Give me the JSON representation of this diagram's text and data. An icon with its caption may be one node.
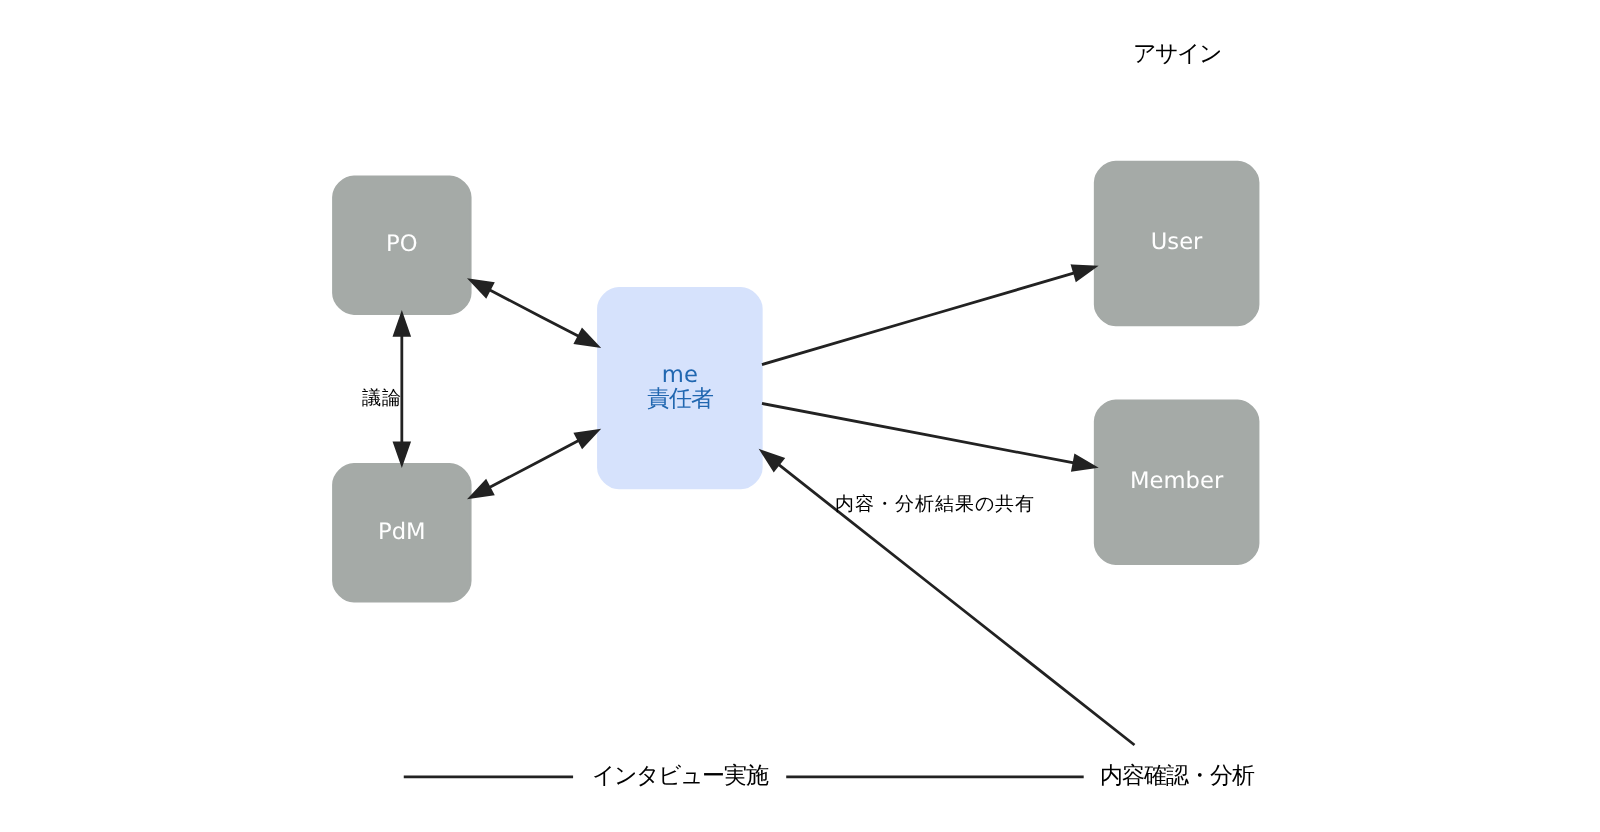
{
  "diagram": {
    "nodes": [
      {
        "text": [
          "PO"
        ]
      },
      {
        "text": [
          "PdM"
        ]
      },
      {
        "text": [
          "me",
          "責任者"
        ]
      },
      {
        "text": [
          "User"
        ]
      },
      {
        "text": [
          "Member"
        ]
      },
      {
        "text": [
          "インタビュー実施"
        ]
      },
      {
        "text": [
          "内容確認・分析"
        ]
      }
    ],
    "edges": [
      {
        "from": 0,
        "to": 2,
        "arrow": "both"
      },
      {
        "from": 0,
        "to": 1,
        "arrow": "both",
        "label": "議論"
      },
      {
        "from": 1,
        "to": 2,
        "arrow": "both"
      },
      {
        "from": 2,
        "to": 3,
        "arrow": "to"
      },
      {
        "from": 2,
        "to": 4,
        "arrow": "to"
      },
      {
        "from": null,
        "to": 5,
        "arrow": "none"
      },
      {
        "from": 5,
        "to": 6,
        "arrow": "none"
      },
      {
        "from": 6,
        "to": 2,
        "arrow": "to",
        "label": "内容・分析結果の共有"
      }
    ],
    "labels": [
      "アサイン"
    ]
  }
}
